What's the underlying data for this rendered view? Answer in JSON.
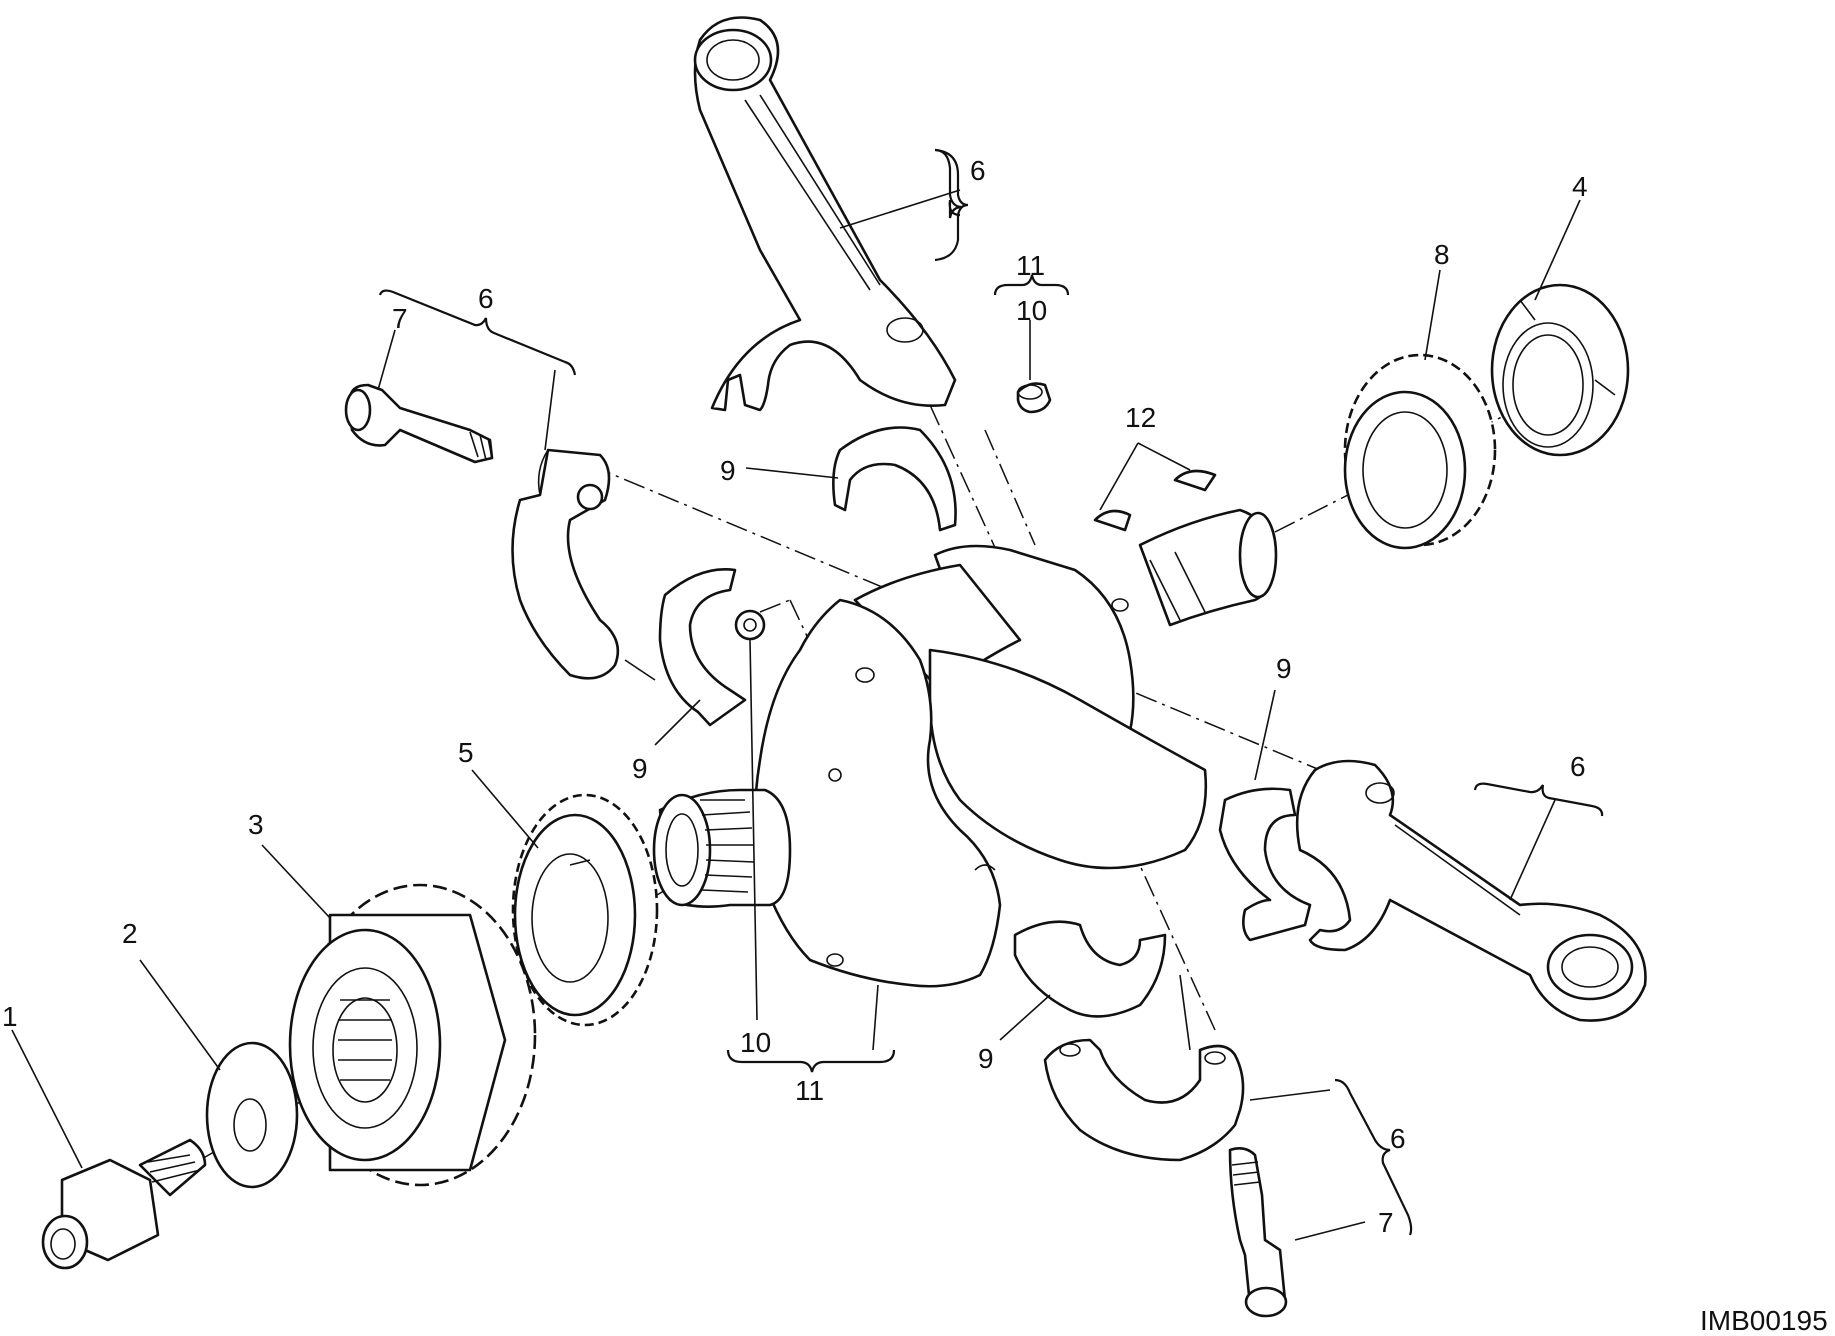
{
  "callouts": {
    "c1": "1",
    "c2": "2",
    "c3": "3",
    "c4": "4",
    "c5": "5",
    "c6_top": "6",
    "c6_left": "6",
    "c6_right": "6",
    "c6_bottom": "6",
    "c7_left": "7",
    "c7_bottom": "7",
    "c8": "8",
    "c9_a": "9",
    "c9_b": "9",
    "c9_c": "9",
    "c9_d": "9",
    "c10_top": "10",
    "c10_bottom": "10",
    "c11_top": "11",
    "c11_bottom": "11",
    "c12": "12"
  },
  "reference_code": "IMB00195"
}
